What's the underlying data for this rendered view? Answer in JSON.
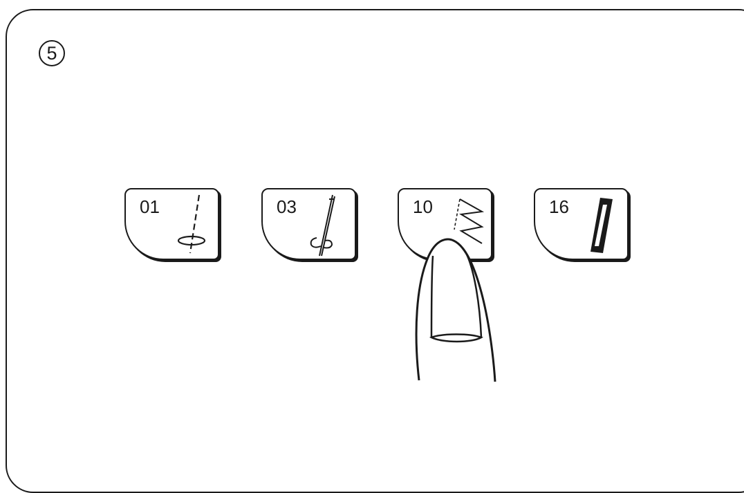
{
  "step": {
    "number": "5",
    "label": "⑤"
  },
  "keys": [
    {
      "number": "01",
      "icon": "straight-stitch-icon"
    },
    {
      "number": "03",
      "icon": "triple-stretch-stitch-icon"
    },
    {
      "number": "10",
      "icon": "zigzag-stitch-icon"
    },
    {
      "number": "16",
      "icon": "buttonhole-icon"
    }
  ],
  "pressed_key": "10",
  "colors": {
    "line": "#1a1a1a",
    "background": "#ffffff"
  }
}
